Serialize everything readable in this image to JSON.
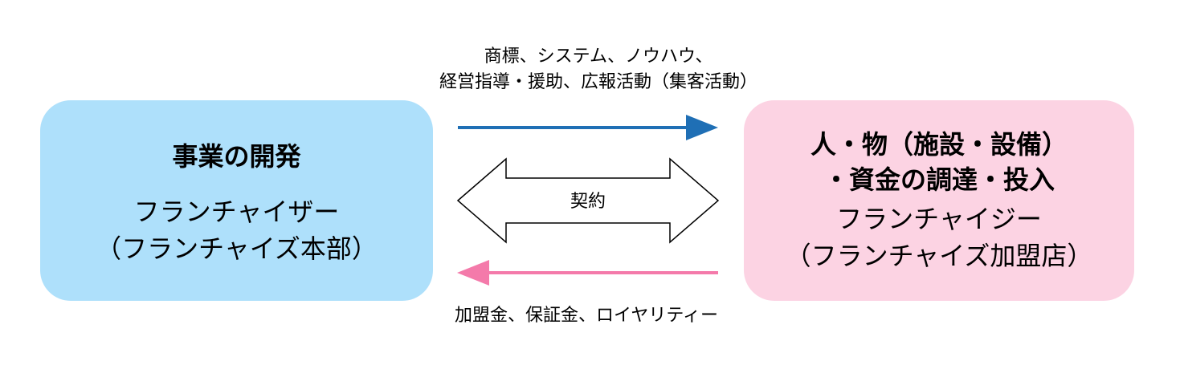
{
  "left_box": {
    "title": "事業の開発",
    "role_line1": "フランチャイザー",
    "role_line2": "（フランチャイズ本部）",
    "color": "#aee0fb"
  },
  "right_box": {
    "title_line1": "人・物（施設・設備）",
    "title_line2": "・資金の調達・投入",
    "role_line1": "フランチャイジー",
    "role_line2": "（フランチャイズ加盟店）",
    "color": "#fcd3e3"
  },
  "top_arrow": {
    "label_line1": "商標、システム、ノウハウ、",
    "label_line2": "経営指導・援助、広報活動（集客活動）",
    "color": "#1f6fb5"
  },
  "contract_arrow": {
    "label": "契約"
  },
  "bottom_arrow": {
    "label": "加盟金、保証金、ロイヤリティー",
    "color": "#f47aaa"
  }
}
